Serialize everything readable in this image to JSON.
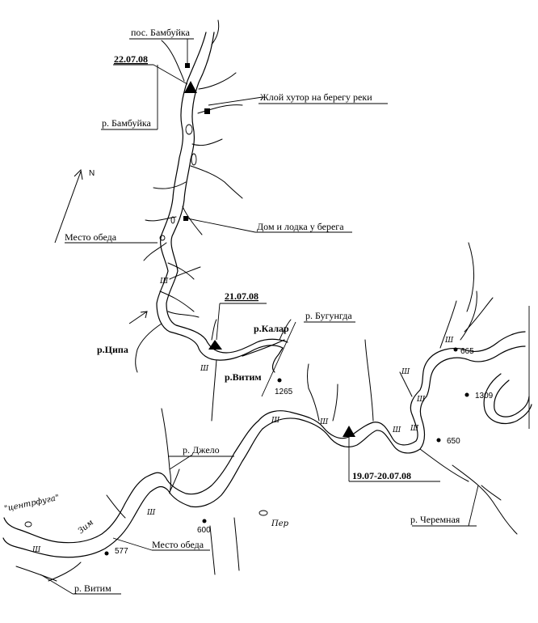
{
  "labels": {
    "bambuyka_village": "пос. Бамбуйка",
    "camp_2207": "22.07.08",
    "farm": "Жлой хутор на берегу реки",
    "bambuyka_river": "р. Бамбуйка",
    "north": "N",
    "house_boat": "Дом и лодка у берега",
    "lunch_top": "Место обеда",
    "camp_2107": "21.07.08",
    "bugungda": "р. Бугунгда",
    "kalar": "р.Калар",
    "tsipa": "р.Ципа",
    "vitim_mid": "р.Витим",
    "camp_1907": "19.07-20.07.08",
    "dzhelo": "р. Джело",
    "centrifuge": "\"центрфуга\"",
    "lunch_bottom": "Место обеда",
    "vitim_bottom": "р. Витим",
    "cheremnaya": "р. Черемная",
    "per": "Пер",
    "zim": "Зим"
  },
  "points": {
    "p665": "665",
    "p1309": "1309",
    "p1265": "1265",
    "p650": "650",
    "p600": "600",
    "p577": "577"
  },
  "rapids_mark": "Ш"
}
